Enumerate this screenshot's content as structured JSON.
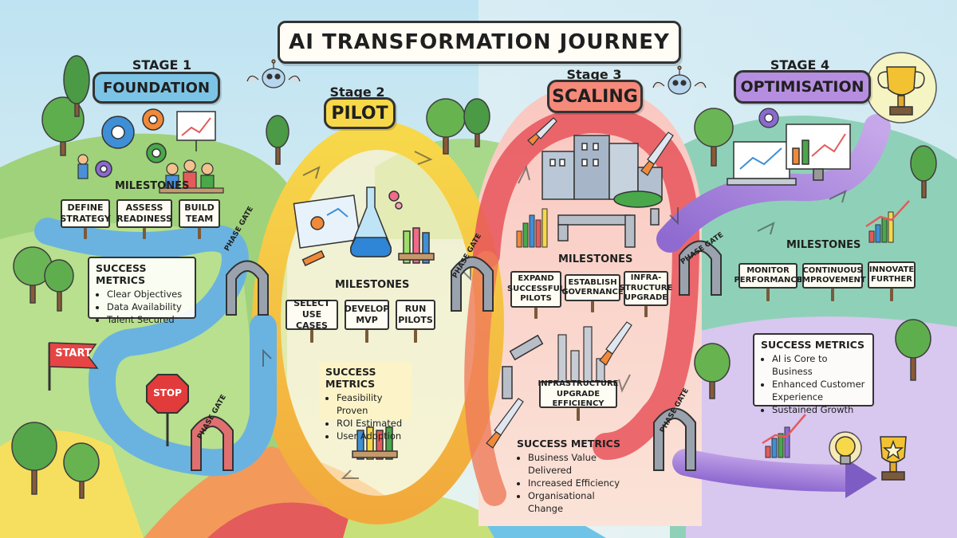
{
  "title": "AI TRANSFORMATION JOURNEY",
  "stages": [
    {
      "stage_label": "STAGE 1",
      "name": "FOUNDATION",
      "color": "#7cc4e6",
      "milestones_title": "MILESTONES",
      "milestones": [
        "DEFINE\nSTRATEGY",
        "ASSESS\nREADINESS",
        "BUILD\nTEAM"
      ],
      "metrics_title": "SUCCESS METRICS",
      "metrics": [
        "Clear Objectives",
        "Data Availability",
        "Talent Secured"
      ]
    },
    {
      "stage_label": "Stage 2",
      "name": "PILOT",
      "color": "#f7d84a",
      "milestones_title": "MILESTONES",
      "milestones": [
        "SELECT\nUSE CASES",
        "DEVELOP\nMVP",
        "RUN\nPILOTS"
      ],
      "metrics_title": "SUCCESS METRICS",
      "metrics": [
        "Feasibility Proven",
        "ROI Estimated",
        "User Adoption"
      ]
    },
    {
      "stage_label": "Stage 3",
      "name": "SCALING",
      "color": "#f58a7a",
      "milestones_title": "MILESTONES",
      "milestones": [
        "EXPAND\nSUCCESSFUL\nPILOTS",
        "ESTABLISH\nGOVERNANCE",
        "INFRA-\nSTRUCTURE\nUPGRADE"
      ],
      "extra_sign": "INFRASTRUCTURE\nUPGRADE EFFICIENCY",
      "metrics_title": "SUCCESS METRICS",
      "metrics": [
        "Business Value Delivered",
        "Increased Efficiency",
        "Organisational Change"
      ]
    },
    {
      "stage_label": "STAGE 4",
      "name": "OPTIMISATION",
      "color": "#b68ee0",
      "milestones_title": "MILESTONES",
      "milestones": [
        "MONITOR\nPERFORMANCE",
        "CONTINUOUS\nIMPROVEMENT",
        "INNOVATE\nFURTHER"
      ],
      "metrics_title": "SUCCESS METRICS",
      "metrics": [
        "AI is Core to Business",
        "Enhanced Customer Experience",
        "Sustained Growth"
      ]
    }
  ],
  "phase_gate_label": "PHASE GATE",
  "start_label": "START",
  "stop_label": "STOP"
}
